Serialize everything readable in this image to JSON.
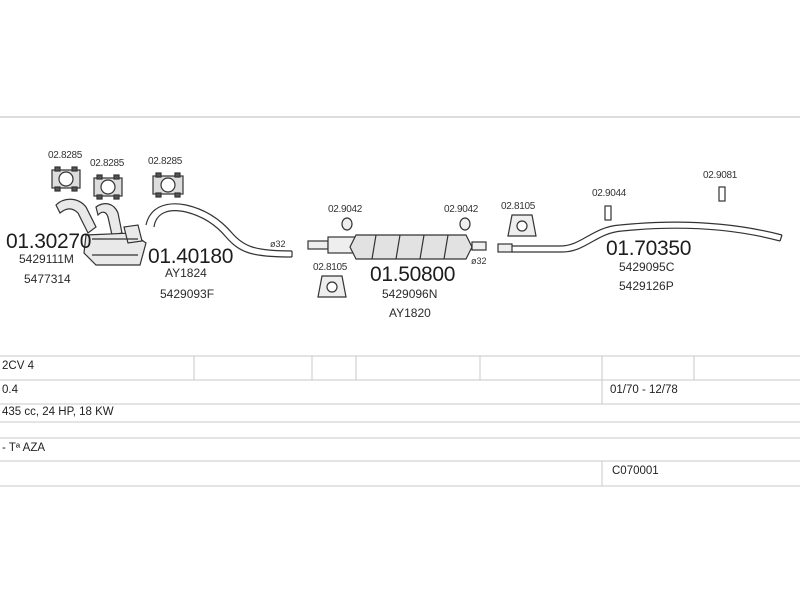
{
  "parts": {
    "p1": {
      "code": "01.30270",
      "refs": [
        "5429111M",
        "5477314"
      ]
    },
    "p2": {
      "code": "01.40180",
      "refs": [
        "AY1824",
        "5429093F"
      ]
    },
    "p3": {
      "code": "01.50800",
      "refs": [
        "5429096N",
        "AY1820"
      ]
    },
    "p4": {
      "code": "01.70350",
      "refs": [
        "5429095C",
        "5429126P"
      ]
    }
  },
  "accessories": {
    "a1": "02.8285",
    "a2": "02.8285",
    "a3": "02.8285",
    "a4": "02.9042",
    "a5": "02.9042",
    "a6": "02.8105",
    "a7": "02.8105",
    "a8": "02.9044",
    "a9": "02.9081"
  },
  "diameters": {
    "d1": "ø32",
    "d2": "ø32"
  },
  "table": {
    "model": "2CV 4",
    "engine": "0.4",
    "date_range": "01/70 - 12/78",
    "power": "435 cc, 24 HP, 18 KW",
    "type": "- Tª AZA",
    "code": "C070001"
  }
}
